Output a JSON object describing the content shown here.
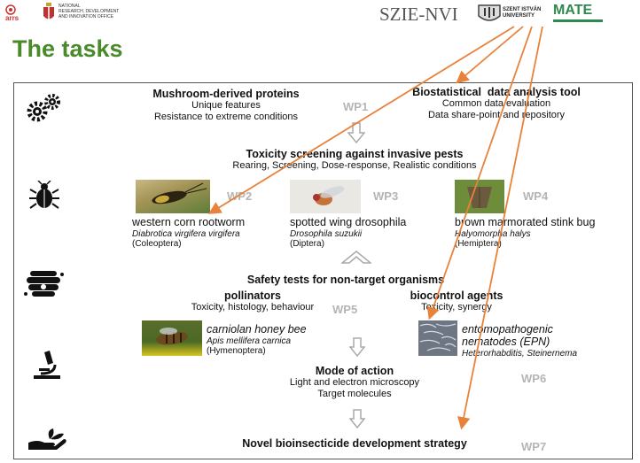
{
  "header": {
    "arrs_logo": "arrs",
    "nrdio_lines": [
      "NATIONAL",
      "RESEARCH, DEVELOPMENT",
      "AND INNOVATION OFFICE"
    ],
    "szie_nvi": "SZIE-NVI",
    "szie_lines": [
      "SZENT ISTVÁN",
      "UNIVERSITY"
    ],
    "mate_logo": "MATE"
  },
  "title": "The tasks",
  "top": {
    "left_title": "Mushroom-derived proteins",
    "left_lines": [
      "Unique features",
      "Resistance to extreme conditions"
    ],
    "wp1": "WP1",
    "right_title": "Biostatistical  data analysis tool",
    "right_lines": [
      "Common data evaluation",
      "Data share-point and repository"
    ]
  },
  "toxicity": {
    "title": "Toxicity screening against invasive pests",
    "sub": "Rearing, Screening, Dose-response, Realistic conditions"
  },
  "pests": [
    {
      "wp": "WP2",
      "name": "western corn rootworm",
      "latin": "Diabrotica virgifera virgifera",
      "order": "(Coleoptera)"
    },
    {
      "wp": "WP3",
      "name": "spotted wing drosophila",
      "latin": "Drosophila suzukii",
      "order": "(Diptera)"
    },
    {
      "wp": "WP4",
      "name": "brown marmorated stink bug",
      "latin": "Halyomorpha halys",
      "order": "(Hemiptera)"
    }
  ],
  "safety": {
    "title": "Safety tests for non-target organisms",
    "poll_title": "pollinators",
    "poll_sub": "Toxicity, histology, behaviour",
    "wp5": "WP5",
    "bio_title": "biocontrol agents",
    "bio_sub": "Toxicity, synergy"
  },
  "bee": {
    "name": "carniolan honey bee",
    "latin": "Apis mellifera carnica",
    "order": "(Hymenoptera)"
  },
  "epn": {
    "name_lines": [
      "entomopathogenic",
      "nematodes (EPN)"
    ],
    "latin": "Heterorhabditis, Steinernema"
  },
  "moa": {
    "title": "Mode of action",
    "lines": [
      "Light and electron microscopy",
      "Target molecules"
    ],
    "wp6": "WP6"
  },
  "final": {
    "title": "Novel bioinsecticide development strategy",
    "wp7": "WP7"
  },
  "colors": {
    "title_green": "#4a8a2a",
    "arrow_orange": "#e8823a",
    "wp_gray": "#b5b5b5",
    "mate_green": "#2e8a4e"
  }
}
